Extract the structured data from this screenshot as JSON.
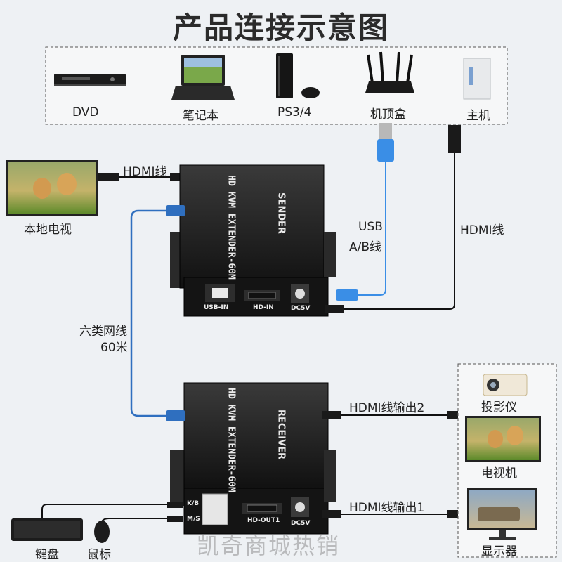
{
  "title": "产品连接示意图",
  "sources": [
    {
      "label": "DVD",
      "icon": "dvd-player-icon"
    },
    {
      "label": "笔记本",
      "icon": "laptop-icon"
    },
    {
      "label": "PS3/4",
      "icon": "game-console-icon"
    },
    {
      "label": "机顶盒",
      "icon": "router-icon"
    },
    {
      "label": "主机",
      "icon": "pc-tower-icon"
    }
  ],
  "local_display_label": "本地电视",
  "sender": {
    "model": "HD KVM EXTENDER-60M",
    "role": "SENDER",
    "ports": [
      "USB-IN",
      "HD-IN",
      "DC5V"
    ]
  },
  "receiver": {
    "model": "HD KVM EXTENDER-60M",
    "role": "RECEIVER",
    "ports": [
      "K/B",
      "M/S",
      "HD-OUT1",
      "DC5V"
    ]
  },
  "cables": {
    "hdmi_local": "HDMI线",
    "usb_line1": "USB",
    "usb_line2": "A/B线",
    "hdmi_main": "HDMI线",
    "network_line1": "六类网线",
    "network_line2": "60米",
    "hdmi_out2": "HDMI线输出2",
    "hdmi_out1": "HDMI线输出1"
  },
  "outputs": [
    {
      "label": "投影仪",
      "icon": "projector-icon"
    },
    {
      "label": "电视机",
      "icon": "tv-icon"
    },
    {
      "label": "显示器",
      "icon": "monitor-icon"
    }
  ],
  "peripherals": [
    {
      "label": "键盘",
      "icon": "keyboard-icon"
    },
    {
      "label": "鼠标",
      "icon": "mouse-icon"
    }
  ],
  "watermark": "凯奇商城热销",
  "colors": {
    "network_cable": "#2f6fbf",
    "usb_cable": "#3a8ee6",
    "device_body": "#1e1e1e",
    "cable": "#111111"
  }
}
